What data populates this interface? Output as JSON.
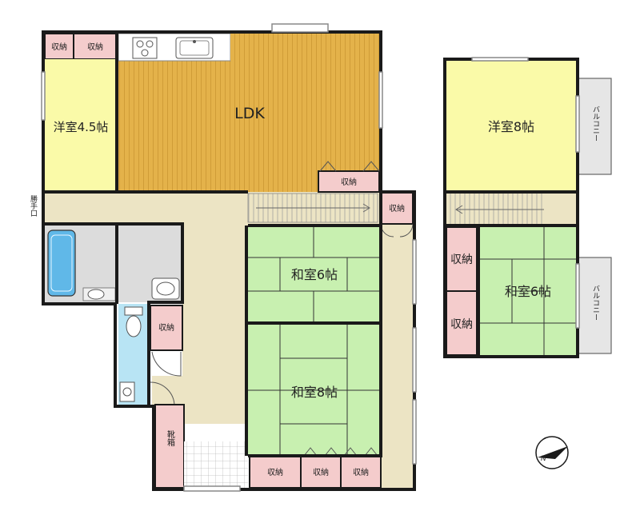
{
  "rooms": {
    "ldk": "LDK",
    "western_45": "洋室4.5帖",
    "western_8": "洋室8帖",
    "japanese_6_down": "和室6帖",
    "japanese_8": "和室8帖",
    "japanese_6_up": "和室6帖"
  },
  "storage": {
    "top_left_1": "収納",
    "top_left_2": "収納",
    "ldk_bottom": "収納",
    "hall_right": "収納",
    "near_toilet": "収納",
    "bottom_1": "収納",
    "bottom_2": "収納",
    "bottom_3": "収納",
    "upstairs_1": "収納",
    "upstairs_2": "収納"
  },
  "labels": {
    "back_door": "勝手口",
    "shoe_box": "靴箱",
    "balcony_top": "バルコニー",
    "balcony_bottom": "バルコニー"
  },
  "colors": {
    "wall": "#1a1a1a",
    "western_floor": "#fafaa8",
    "ldk_floor": "#e4b24a",
    "tatami": "#c8f0b0",
    "hallway": "#ece4c4",
    "storage": "#f4cccc",
    "wet_area": "#dcdcdc",
    "bath": "#60b8e8",
    "toilet_area": "#b8e4f4",
    "balcony": "#e6e6e6"
  },
  "icons": [
    "compass-icon",
    "sink-icon",
    "stove-icon",
    "bathtub-icon",
    "toilet-icon",
    "washbasin-icon",
    "stairs-icon"
  ]
}
